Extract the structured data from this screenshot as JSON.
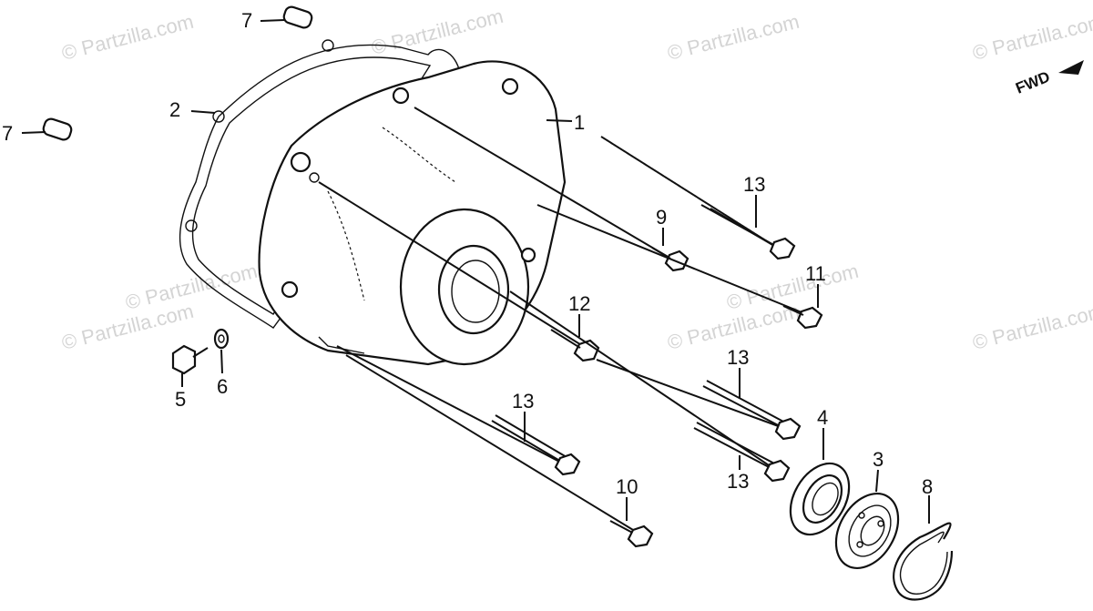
{
  "watermarks": [
    "© Partzilla.com",
    "© Partzilla.com",
    "© Partzilla.com",
    "© Partzilla.com",
    "© Partzilla.com",
    "© Partzilla.com",
    "© Partzilla.com",
    "© Partzilla.com",
    "© Partzilla.com"
  ],
  "direction_label": "FWD",
  "callouts": [
    "1",
    "2",
    "3",
    "4",
    "5",
    "6",
    "7",
    "7",
    "8",
    "9",
    "10",
    "11",
    "12",
    "13",
    "13",
    "13",
    "13"
  ]
}
